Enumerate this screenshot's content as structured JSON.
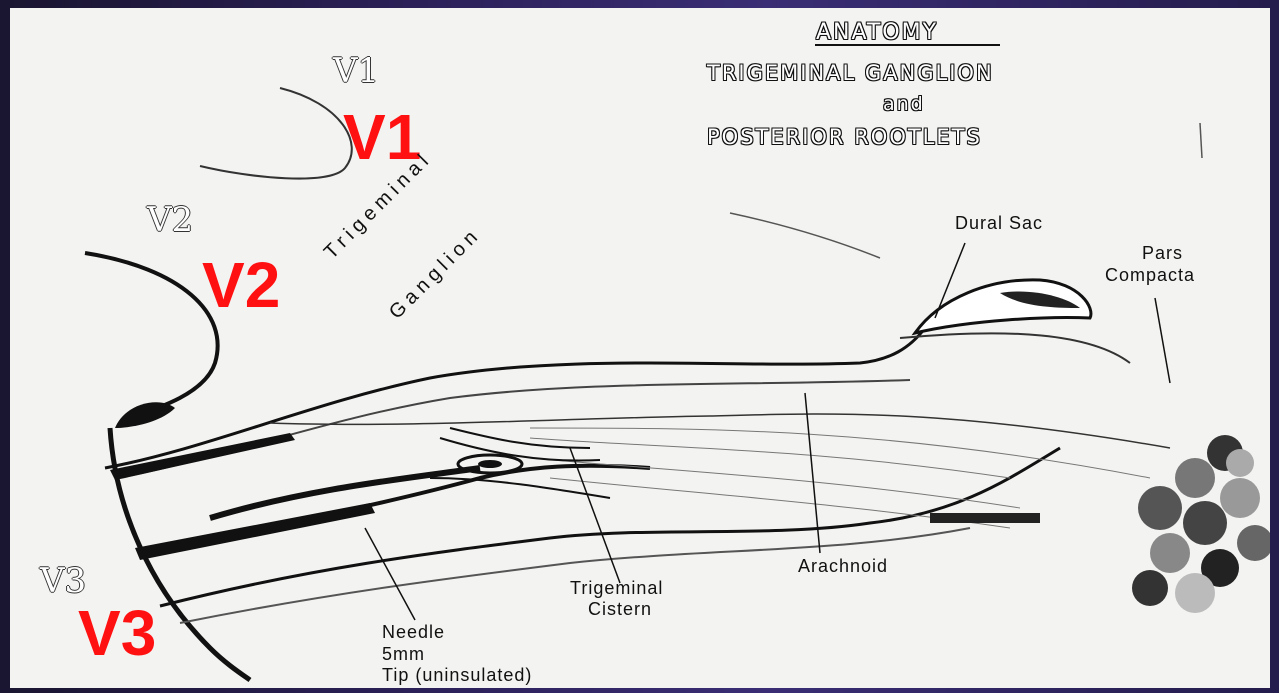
{
  "title": {
    "line1": "ANATOMY",
    "line2": "TRIGEMINAL GANGLION",
    "line3": "and",
    "line4": "POSTERIOR ROOTLETS"
  },
  "branches": {
    "v1_roman": "V1",
    "v1_red": "V1",
    "v2_roman": "V2",
    "v2_red": "V2",
    "v3_roman": "V3",
    "v3_red": "V3"
  },
  "labels": {
    "ganglion_line1": "Trigeminal",
    "ganglion_line2": "Ganglion",
    "dural_sac": "Dural Sac",
    "pars_line1": "Pars",
    "pars_line2": "Compacta",
    "arachnoid": "Arachnoid",
    "cistern_line1": "Trigeminal",
    "cistern_line2": "Cistern",
    "needle_line1": "Needle",
    "needle_line2": "5mm",
    "needle_line3": "Tip (uninsulated)"
  },
  "colors": {
    "annotation_red": "#ff1111",
    "slide_bg": "#f3f3f1",
    "frame_purple": "#2a1f55"
  }
}
